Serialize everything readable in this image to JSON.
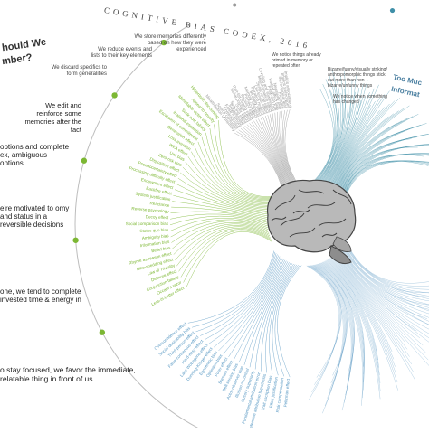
{
  "title": "COGNITIVE BIAS CODEX, 2016",
  "corner_text": {
    "top_left_1": "hould We",
    "top_left_2": "mber?",
    "top_right_1": "Too Muc",
    "top_right_2": "Informat"
  },
  "left_categories": [
    "We edit and reinforce some memories after the fact",
    "options and complete ex, ambiguous options",
    "e're motivated to omy and status in a reversible decisions",
    "one, we tend to complete invested time & energy in",
    "o stay focused, we favor the immediate, relatable thing in front of us"
  ],
  "sub_categories": [
    "We store memories differently based on how they were experienced",
    "We reduce events and lists to their key elements",
    "We discard specifics to form generalities"
  ],
  "right_subs": [
    "We notice things already primed in memory or repeated often",
    "Bizarre/funny/visually striking/ anthropomorphic things stick out more than non-bizarre/unfunny things",
    "We notice when something has changed"
  ],
  "green_labels": [
    "Less-is-better effect",
    "Occam's razor",
    "Conjunction fallacy",
    "Delmore effect",
    "Law of Triviality",
    "Bike-shedding effect",
    "Rhyme as reason effect",
    "Belief bias",
    "Information bias",
    "Ambiguity bias",
    "Status quo bias",
    "Social comparison bias",
    "Decoy effect",
    "Reverse psychology",
    "Reactance",
    "System justification",
    "Backfire effect",
    "Endowment effect",
    "Processing difficulty effect",
    "Pseudocertainty effect",
    "Disposition effect",
    "Zero-risk bias",
    "Unit bias",
    "IKEA effect",
    "Loss aversion",
    "Generation effect",
    "Escalation of commitment",
    "Irrational escalation",
    "Sunk cost fallacy",
    "Identifiable victim effect",
    "Appeal to novelty",
    "Hyperbolic discounting"
  ],
  "blue_labels": [
    "Peltzman effect",
    "Risk compensation",
    "Effort justification",
    "Trait ascription bias",
    "Defensive attribution hypothesis",
    "Fundamental attribution error",
    "Illusory superiority",
    "Illusion of control",
    "Actor-observer bias",
    "Self-serving bias",
    "Barnum effect",
    "Forer effect",
    "Optimism bias",
    "Egocentric bias",
    "Dunning-Kruger effect",
    "Lake Wobegone effect",
    "Hard-easy effect",
    "False consensus effect",
    "Third-person effect",
    "Social desirability bias",
    "Overconfidence effect"
  ],
  "gray_labels": [
    "Misattribution of memory",
    "Source confusion",
    "Cryptomnesia",
    "False memory",
    "Suggestibility",
    "Spacing effect",
    "Suffix effect",
    "Serial position effect",
    "Part-list cueing effect",
    "Recency effect",
    "Primacy effect",
    "Memory inhibition",
    "Modality effect",
    "Duration neglect",
    "List-length effect",
    "Serial recall effect",
    "Misinformation effect",
    "Leveling and sharpening",
    "Peak-end rule",
    "Fading affect bias",
    "Negativity bias",
    "Prejudice",
    "Stereotypical bias",
    "Implicit stereotypes",
    "Implicit associations"
  ],
  "colors": {
    "green": "#7cb733",
    "blue": "#5b9ac4",
    "teal": "#3f8fa8",
    "gray": "#9a9a9a",
    "ring": "#bdbdbd"
  }
}
